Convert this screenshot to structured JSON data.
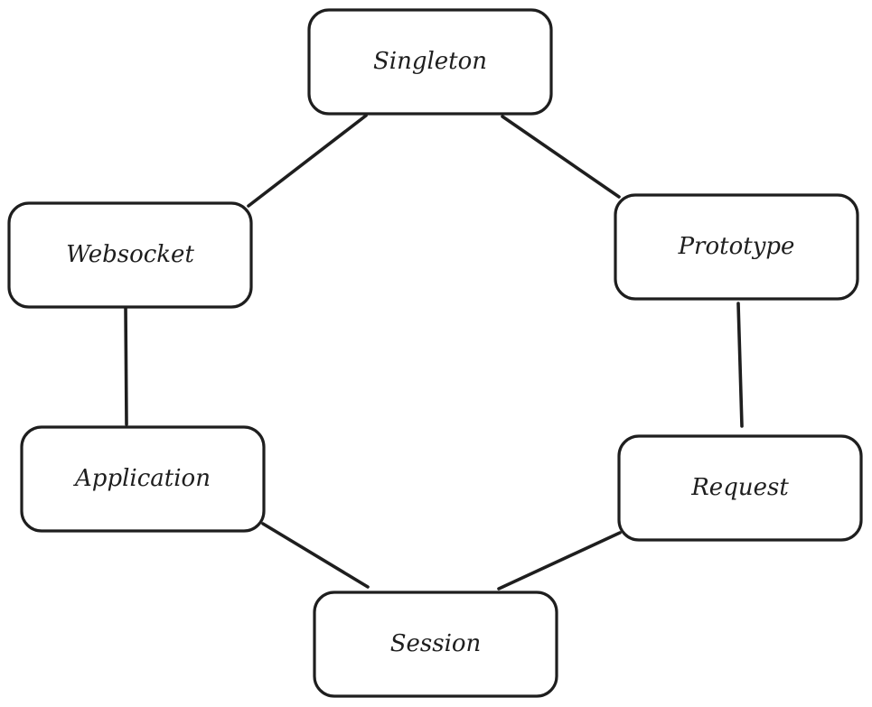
{
  "diagram": {
    "nodes": {
      "singleton": "Singleton",
      "websocket": "Websocket",
      "prototype": "Prototype",
      "application": "Application",
      "request": "Request",
      "session": "Session"
    },
    "edges": [
      {
        "from": "singleton",
        "to": "websocket"
      },
      {
        "from": "singleton",
        "to": "prototype"
      },
      {
        "from": "websocket",
        "to": "application"
      },
      {
        "from": "prototype",
        "to": "request"
      },
      {
        "from": "application",
        "to": "session"
      },
      {
        "from": "request",
        "to": "session"
      }
    ]
  }
}
